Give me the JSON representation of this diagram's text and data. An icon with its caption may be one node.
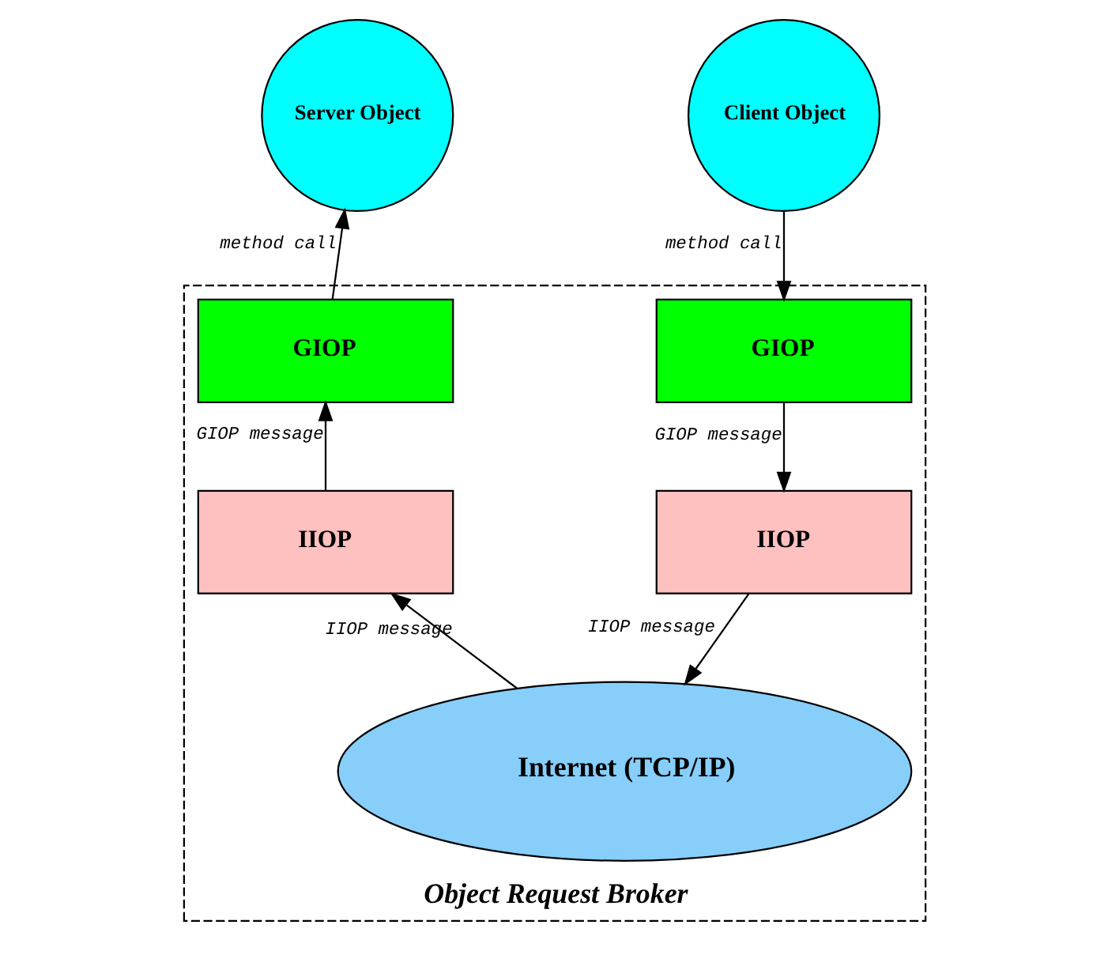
{
  "diagram": {
    "nodes": [
      {
        "text": [
          "Object Request Broker"
        ]
      },
      {
        "text": [
          "Client Object"
        ]
      },
      {
        "text": [
          "Server Object"
        ]
      },
      {
        "text": [
          "GIOP"
        ],
        "in": 0
      },
      {
        "text": [
          "IIOP"
        ],
        "in": 0
      },
      {
        "text": [
          "GIOP"
        ],
        "in": 0
      },
      {
        "text": [
          "IIOP"
        ],
        "in": 0
      },
      {
        "text": [
          "Internet (TCP/IP)"
        ],
        "in": 0
      }
    ],
    "edges": [
      {
        "from": 1,
        "to": 3,
        "arrow": "to",
        "label": "method call"
      },
      {
        "from": 3,
        "to": 4,
        "arrow": "to",
        "label": "GIOP message"
      },
      {
        "from": 4,
        "to": 7,
        "arrow": "to",
        "label": "IIOP message"
      },
      {
        "from": 7,
        "to": 6,
        "arrow": "to",
        "label": "IIOP message"
      },
      {
        "from": 6,
        "to": 5,
        "arrow": "to",
        "label": "GIOP message"
      },
      {
        "from": 5,
        "to": 2,
        "arrow": "to",
        "label": "method call"
      }
    ]
  }
}
